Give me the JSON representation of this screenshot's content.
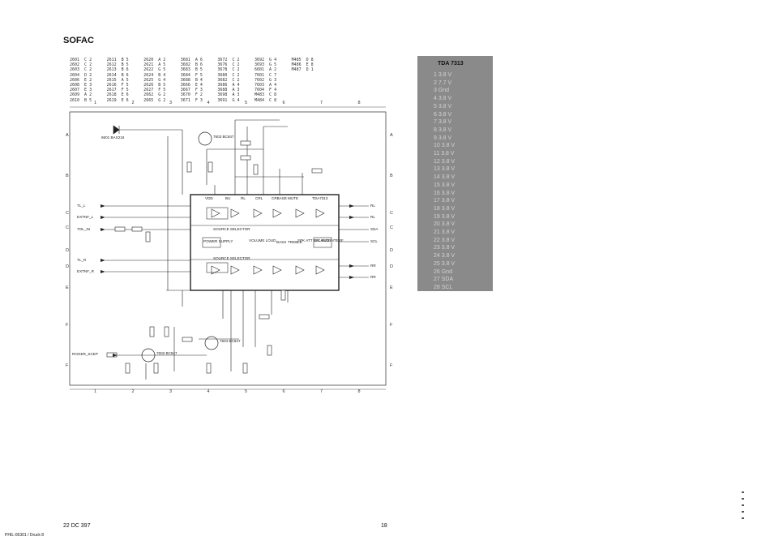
{
  "title": "SOFAC",
  "parts_columns": [
    [
      "2601  C 2",
      "2602  C 2",
      "2603  C 2",
      "2604  D 2",
      "2606  E 2",
      "2608  E 3",
      "2607  E 3",
      "2609  A 2",
      "2610  B 5"
    ],
    [
      "2611  B 5",
      "2612  B 5",
      "2613  B 6",
      "2614  B 6",
      "2615  A 5",
      "2616  F 5",
      "2617  F 5",
      "2618  E 6",
      "2619  E 6"
    ],
    [
      "2620  A 2",
      "2621  A 5",
      "2622  G 5",
      "2624  B 4",
      "2625  G 4",
      "2626  B 5",
      "2627  F 5",
      "2662  G 2",
      "2665  G 2"
    ],
    [
      "3681  A 6",
      "3682  B 6",
      "3683  B 5",
      "3684  F 5",
      "3688  B 4",
      "3666  E 4",
      "3667  F 3",
      "3670  F 2",
      "3671  F 3"
    ],
    [
      "3672  C 2",
      "3676  C 2",
      "3678  C 2",
      "3680  C 2",
      "3682  C 2",
      "3686  A 4",
      "3688  A 3",
      "3698  A 3",
      "3691  G 4"
    ],
    [
      "3692  G 4",
      "3693  G 5",
      "6601  A 2",
      "7601  C 7",
      "7602  G 3",
      "7603  A 4",
      "7604  F 4",
      "M483  C 8",
      "M484  C 8"
    ],
    [
      "M485  D 8",
      "M486  E 8",
      "M487  D 1"
    ]
  ],
  "schematic": {
    "col_numbers": [
      "1",
      "2",
      "3",
      "4",
      "5",
      "6",
      "7",
      "8"
    ],
    "row_letters": [
      "A",
      "B",
      "C",
      "C",
      "D",
      "D",
      "E",
      "F",
      "F"
    ],
    "signals_left": [
      "TL_L",
      "EXTNF_L",
      "TOL_IN",
      "TL_R",
      "EXTNF_R",
      "ROGER_SCEP"
    ],
    "signals_right": [
      "RL",
      "RL",
      "SDA",
      "SCL",
      "RR",
      "RR"
    ],
    "ic_labels": [
      "TDA7313",
      "VDD",
      "BU",
      "RL",
      "CRL",
      "CRBASE",
      "MUTE",
      "SOURCE SELECTOR",
      "POWER SUPPLY",
      "VOLUME LOUD",
      "BASS",
      "TREBLE",
      "SPK ATT BALANCE",
      "I2C BUS INTERF",
      "SOURCE SELECTOR"
    ],
    "transistor_labels": [
      "7603 BC847",
      "7602 BC847",
      "7604 BC847"
    ],
    "diode_label": "6601 BAS216"
  },
  "tda_table": {
    "title": "TDA 7313",
    "rows": [
      "1  3.8 V",
      "2  7.7 V",
      "3  Gnd",
      "4  3.8 V",
      "5  3.8 V",
      "6  3.8 V",
      "7  3.8 V",
      "8  3.8 V",
      "9  3.8 V",
      "10  3.8 V",
      "11  3.8 V",
      "12  3.8 V",
      "13  3.8 V",
      "14  3.8 V",
      "15  3.8 V",
      "16  3.8 V",
      "17  3.8 V",
      "18  3.8 V",
      "19  3.8 V",
      "20  3.8 V",
      "21  3.8 V",
      "22  3.8 V",
      "23  3.8 V",
      "24  3.8 V",
      "25  3.8 V",
      "26  Gnd",
      "27  SDA",
      "28  SCL"
    ]
  },
  "footer": {
    "left": "22 DC 397",
    "page": "18",
    "small": "PHIL-05301 / Druck 8"
  }
}
